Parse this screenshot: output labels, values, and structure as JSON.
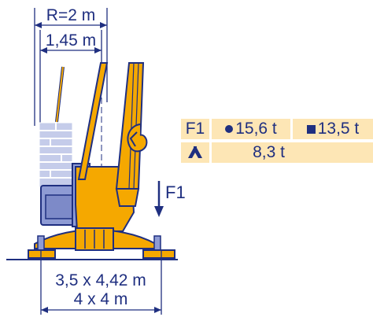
{
  "dimensions": {
    "radius_label": "R=2 m",
    "radius_inner_label": "1,45 m",
    "base_label_1": "3,5 x 4,42 m",
    "base_label_2": "4 x 4 m",
    "force_label": "F1"
  },
  "specs": {
    "row1_label": "F1",
    "row1_value_dot": "15,6 t",
    "row1_value_square": "13,5 t",
    "row2_icon": "crane-weight-icon",
    "row2_value": "8,3 t"
  },
  "colors": {
    "primary": "#1f2f80",
    "accent": "#f5a800",
    "counterweight": "#8e9bd4",
    "counterweight_light": "#c5ccea",
    "highlight": "#fde6b5"
  }
}
